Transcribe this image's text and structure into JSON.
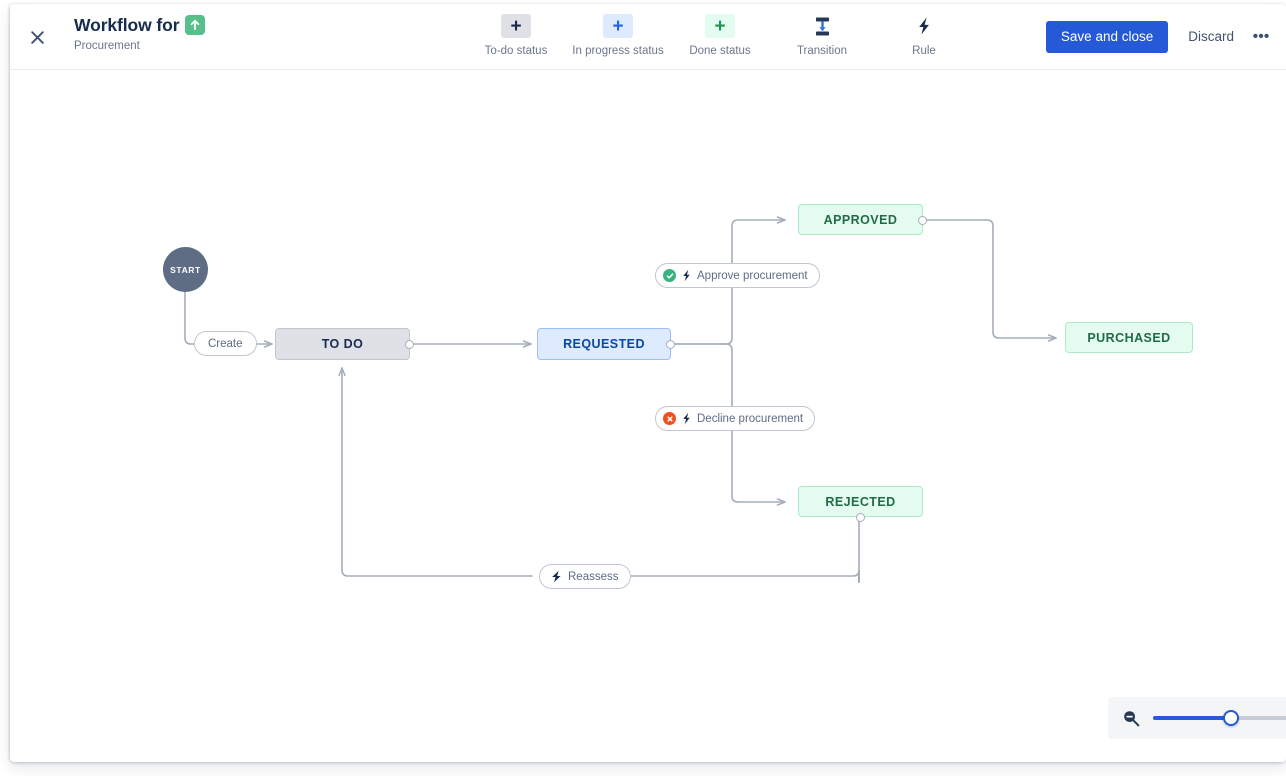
{
  "header": {
    "close_label": "×",
    "title": "Workflow for",
    "subtitle": "Procurement",
    "project_avatar_icon": "green-up-arrow-icon",
    "tools": [
      {
        "label": "To-do status",
        "glyph": "+",
        "icon": "plus-icon",
        "style": "todo"
      },
      {
        "label": "In progress status",
        "glyph": "+",
        "icon": "plus-icon",
        "style": "inprog"
      },
      {
        "label": "Done status",
        "glyph": "+",
        "icon": "plus-icon",
        "style": "done"
      },
      {
        "label": "Transition",
        "glyph": "",
        "icon": "transition-icon",
        "style": "plain"
      },
      {
        "label": "Rule",
        "glyph": "",
        "icon": "lightning-bolt-icon",
        "style": "plain"
      }
    ],
    "save_label": "Save and close",
    "discard_label": "Discard",
    "more_label": "•••"
  },
  "canvas": {
    "nodes": [
      {
        "id": "start",
        "label": "START",
        "type": "start"
      },
      {
        "id": "todo",
        "label": "TO DO",
        "type": "todo"
      },
      {
        "id": "requested",
        "label": "REQUESTED",
        "type": "inprogress"
      },
      {
        "id": "approved",
        "label": "APPROVED",
        "type": "done"
      },
      {
        "id": "rejected",
        "label": "REJECTED",
        "type": "done"
      },
      {
        "id": "purchased",
        "label": "PURCHASED",
        "type": "done"
      }
    ],
    "transitions": [
      {
        "id": "create",
        "label": "Create",
        "from": "start",
        "to": "todo",
        "status": "none",
        "rule": false
      },
      {
        "id": "approve",
        "label": "Approve procurement",
        "from": "requested",
        "to": "approved",
        "status": "success",
        "rule": true
      },
      {
        "id": "decline",
        "label": "Decline procurement",
        "from": "requested",
        "to": "rejected",
        "status": "error",
        "rule": true
      },
      {
        "id": "reassess",
        "label": "Reassess",
        "from": "rejected",
        "to": "todo",
        "status": "none",
        "rule": true
      }
    ]
  },
  "zoom_control": {
    "zoom_out_icon": "magnifier-minus-icon",
    "slider_value": 57
  },
  "colors": {
    "primary": "#2559d8",
    "todo_bg": "#dfe1e6",
    "inprogress_bg": "#deebff",
    "done_bg": "#e3fcef",
    "success": "#36b37e",
    "error": "#f0501e",
    "edge": "#a5adba"
  }
}
